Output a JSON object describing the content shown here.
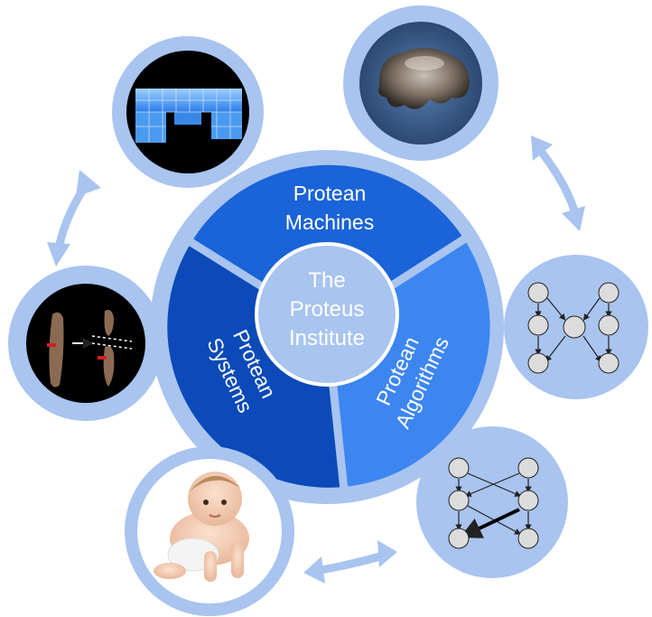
{
  "center": {
    "line1": "The",
    "line2": "Proteus",
    "line3": "Institute"
  },
  "segments": {
    "machines": {
      "line1": "Protean",
      "line2": "Machines"
    },
    "algorithms": {
      "line1": "Protean",
      "line2": "Algorithms"
    },
    "systems": {
      "line1": "Protean",
      "line2": "Systems"
    }
  },
  "colors": {
    "outer_ring": "#a8c4ef",
    "machines": "#1a63d8",
    "algorithms": "#3d86f0",
    "systems": "#0b4ab8",
    "center": "#a8c4ef",
    "node_fill": "#dcdcdc",
    "arrow": "#a8c4ef"
  },
  "satellites": [
    {
      "name": "blue-block-structure-photo",
      "icon": "robot-photo"
    },
    {
      "name": "organism-micrograph-photo",
      "icon": "cell-cluster-photo"
    },
    {
      "name": "network-graph-1",
      "icon": "directed-graph"
    },
    {
      "name": "network-graph-2",
      "icon": "directed-graph-highlighted"
    },
    {
      "name": "baby-photo",
      "icon": "baby-photo"
    },
    {
      "name": "planaria-photo",
      "icon": "planaria-photo"
    }
  ]
}
